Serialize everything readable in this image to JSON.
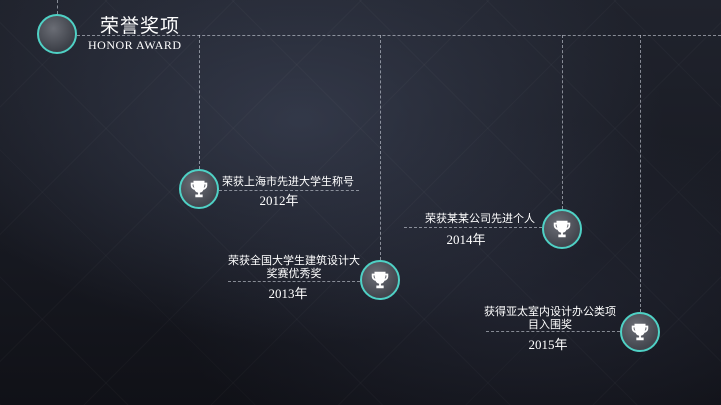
{
  "header": {
    "title_cn": "荣誉奖项",
    "title_en": "HONOR AWARD"
  },
  "awards": [
    {
      "name": "荣获上海市先进大学生称号",
      "year": "2012年",
      "icon": "trophy-icon"
    },
    {
      "name": "荣获全国大学生建筑设计大奖赛优秀奖",
      "year": "2013年",
      "icon": "trophy-icon"
    },
    {
      "name": "荣获某某公司先进个人",
      "year": "2014年",
      "icon": "trophy-icon"
    },
    {
      "name": "获得亚太室内设计办公类项目入围奖",
      "year": "2015年",
      "icon": "trophy-icon"
    }
  ],
  "colors": {
    "accent": "#4fd1c5",
    "background": "#171921",
    "line": "#dce1eb"
  }
}
